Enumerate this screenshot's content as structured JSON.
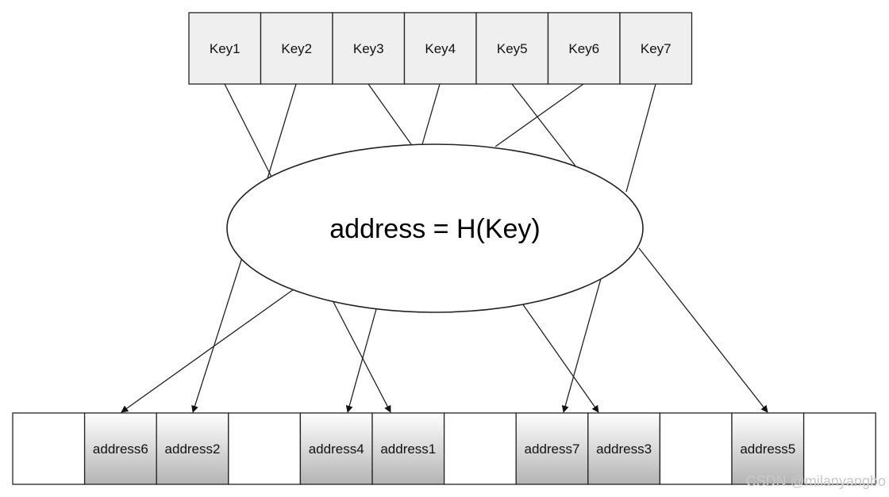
{
  "keys": [
    "Key1",
    "Key2",
    "Key3",
    "Key4",
    "Key5",
    "Key6",
    "Key7"
  ],
  "hash_function": {
    "label": "address = H(Key)"
  },
  "slots": [
    "",
    "address6",
    "address2",
    "",
    "address4",
    "address1",
    "",
    "address7",
    "address3",
    "",
    "address5",
    ""
  ],
  "mapping": [
    {
      "key": "Key1",
      "address": "address1"
    },
    {
      "key": "Key2",
      "address": "address2"
    },
    {
      "key": "Key3",
      "address": "address3"
    },
    {
      "key": "Key4",
      "address": "address4"
    },
    {
      "key": "Key5",
      "address": "address5"
    },
    {
      "key": "Key6",
      "address": "address6"
    },
    {
      "key": "Key7",
      "address": "address7"
    }
  ],
  "watermark": "CSDN @milanyangbo",
  "colors": {
    "key_fill": "#efefef",
    "addr_fill_top": "#ffffff",
    "addr_fill_bottom": "#b4b4b4",
    "stroke": "#222222"
  }
}
